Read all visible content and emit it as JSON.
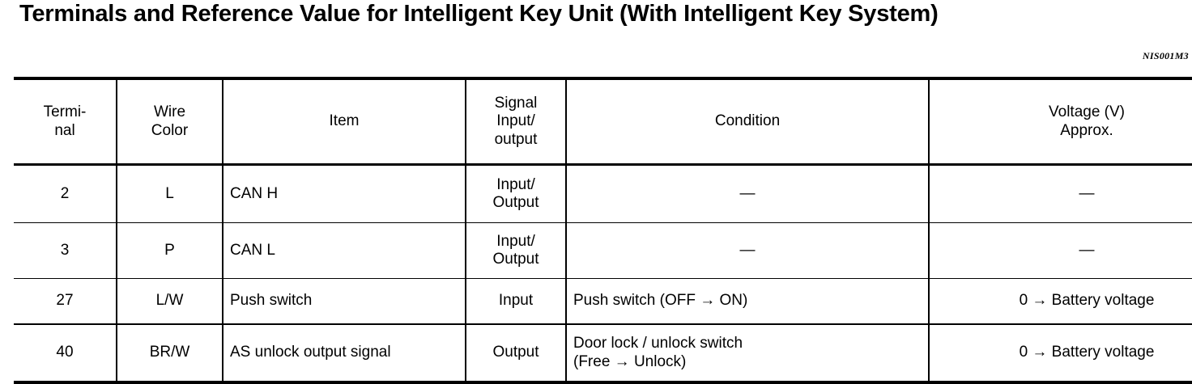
{
  "document": {
    "title": "Terminals and Reference Value for Intelligent Key Unit (With Intelligent Key System)",
    "reference_code": "NIS001M3"
  },
  "table": {
    "headers": {
      "terminal": "Termi-\nnal",
      "wire_color": "Wire\nColor",
      "item": "Item",
      "signal": "Signal\nInput/\noutput",
      "condition": "Condition",
      "voltage": "Voltage (V)\nApprox."
    },
    "rows": [
      {
        "terminal": "2",
        "wire_color": "L",
        "item": "CAN H",
        "signal": "Input/\nOutput",
        "condition": "—",
        "voltage": "—"
      },
      {
        "terminal": "3",
        "wire_color": "P",
        "item": "CAN L",
        "signal": "Input/\nOutput",
        "condition": "—",
        "voltage": "—"
      },
      {
        "terminal": "27",
        "wire_color": "L/W",
        "item": "Push switch",
        "signal": "Input",
        "condition": "Push switch (OFF → ON)",
        "voltage": "0 → Battery voltage"
      },
      {
        "terminal": "40",
        "wire_color": "BR/W",
        "item": "AS unlock output signal",
        "signal": "Output",
        "condition": "Door lock / unlock switch\n(Free → Unlock)",
        "voltage": "0 → Battery voltage"
      }
    ]
  }
}
